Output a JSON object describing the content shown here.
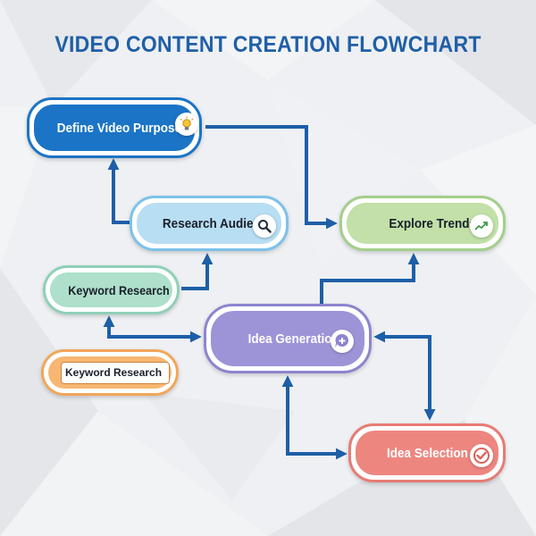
{
  "title": "VIDEO CONTENT CREATION FLOWCHART",
  "nodes": {
    "define": {
      "label": "Define Video Purpose",
      "icon": "lightbulb-icon"
    },
    "research": {
      "label": "Research Audience",
      "icon": "magnifier-icon"
    },
    "explore": {
      "label": "Explore Trends",
      "icon": "trend-chart-icon"
    },
    "keyword1": {
      "label": "Keyword Research"
    },
    "idea": {
      "label": "Idea Generation",
      "icon": "chat-plus-icon"
    },
    "keyword2": {
      "label": "Keyword Research"
    },
    "selection": {
      "label": "Idea Selection",
      "icon": "checkmark-icon"
    }
  },
  "colors": {
    "title": "#1f5fa6",
    "arrow": "#1d5fa8",
    "define": "#1b74c6",
    "research": "#b8def3",
    "explore": "#c2e0a8",
    "keyword1": "#aee0cc",
    "idea": "#9d94d8",
    "keyword2": "#f7b772",
    "selection": "#ee8680"
  },
  "edges": [
    {
      "from": "research",
      "to": "define"
    },
    {
      "from": "define",
      "to": "explore"
    },
    {
      "from": "keyword1",
      "to": "research"
    },
    {
      "from": "idea",
      "to": "explore"
    },
    {
      "from": "idea",
      "to": "keyword1",
      "bidirectional": true
    },
    {
      "from": "idea",
      "to": "selection",
      "bidirectional": true
    },
    {
      "from": "selection",
      "to": "idea",
      "bidirectional": true
    }
  ]
}
